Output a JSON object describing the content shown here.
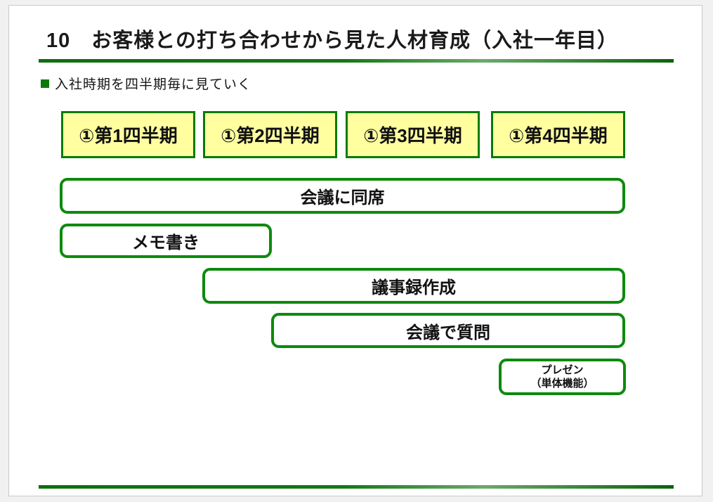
{
  "slide": {
    "title": "10　お客様との打ち合わせから見た人材育成（入社一年目）",
    "bullet": "入社時期を四半期毎に見ていく",
    "quarters": [
      {
        "label": "①第1四半期"
      },
      {
        "label": "①第2四半期"
      },
      {
        "label": "①第3四半期"
      },
      {
        "label": "①第4四半期"
      }
    ],
    "activities": [
      {
        "label": "会議に同席"
      },
      {
        "label": "メモ書き"
      },
      {
        "label": "議事録作成"
      },
      {
        "label": "会議で質問"
      },
      {
        "label": "プレゼン",
        "label2": "（単体機能）"
      }
    ],
    "colors": {
      "accent_green": "#0d8a0d",
      "rule_green_dark": "#0e6f0e",
      "quarter_fill_yellow": "#ffffa0",
      "quarter_border_green": "#077c07",
      "text": "#111111",
      "slide_background": "#ffffff",
      "page_background": "#f1f1f1"
    }
  }
}
